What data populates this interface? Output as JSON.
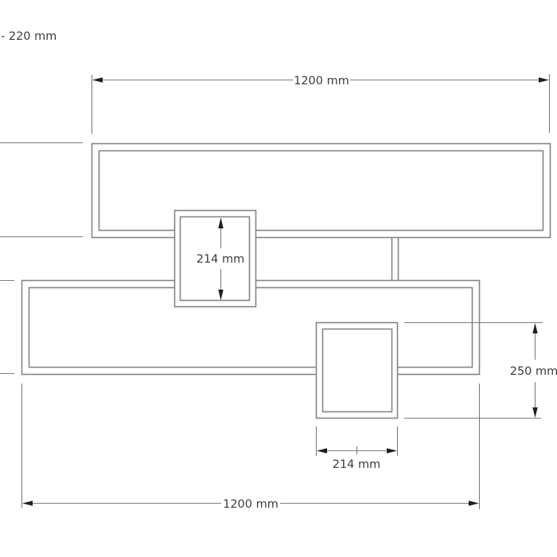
{
  "drawing": {
    "note_top_left": "- 220 mm",
    "dims": {
      "top_width": "1200 mm",
      "middle_cube_height": "214 mm",
      "right_cube_height": "250 mm",
      "right_cube_width": "214 mm",
      "bottom_width": "1200 mm"
    },
    "colors": {
      "background": "#ffffff",
      "geometry_line": "#858585",
      "dimension_line": "#7d7d7d",
      "arrow": "#1f1f1f",
      "text": "#3b3b3b"
    }
  }
}
